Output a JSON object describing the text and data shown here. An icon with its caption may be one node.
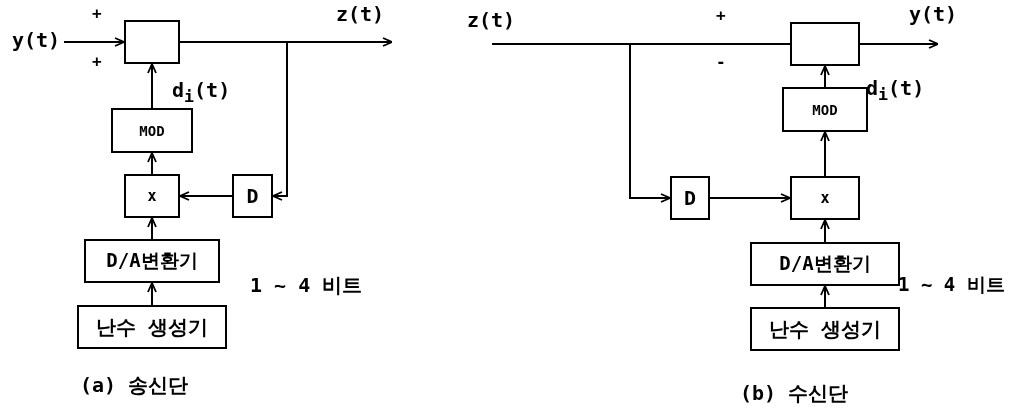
{
  "diagram": {
    "nodes": [
      {
        "text": [
          "y(t)"
        ]
      },
      {
        "text": [],
        "shape": "box"
      },
      {
        "text": [
          "MOD"
        ]
      },
      {
        "text": [
          "x"
        ]
      },
      {
        "text": [
          "D"
        ]
      },
      {
        "text": [
          "D/A변환기"
        ]
      },
      {
        "text": [
          "난수 생성기"
        ]
      },
      {
        "text": [
          "z(t)"
        ]
      },
      {
        "text": [],
        "shape": "box"
      },
      {
        "text": [
          "MOD"
        ]
      },
      {
        "text": [
          "D"
        ]
      },
      {
        "text": [
          "x"
        ]
      },
      {
        "text": [
          "D/A변환기"
        ]
      },
      {
        "text": [
          "난수 생성기"
        ]
      },
      {
        "text": [
          "z(t)"
        ]
      },
      {
        "text": [
          "y(t)"
        ]
      }
    ],
    "edges": [
      {
        "from": 0,
        "to": 1,
        "arrow": "to"
      },
      {
        "from": 1,
        "to": 14,
        "arrow": "to"
      },
      {
        "from": 1,
        "to": 4,
        "arrow": "to"
      },
      {
        "from": 4,
        "to": 3,
        "arrow": "to"
      },
      {
        "from": 3,
        "to": 2,
        "arrow": "to"
      },
      {
        "from": 2,
        "to": 1,
        "arrow": "to"
      },
      {
        "from": 5,
        "to": 3,
        "arrow": "to"
      },
      {
        "from": 6,
        "to": 5,
        "arrow": "to"
      },
      {
        "from": 7,
        "to": 8,
        "arrow": "none"
      },
      {
        "from": 7,
        "to": 10,
        "arrow": "to"
      },
      {
        "from": 8,
        "to": 15,
        "arrow": "to"
      },
      {
        "from": 9,
        "to": 8,
        "arrow": "to"
      },
      {
        "from": 10,
        "to": 11,
        "arrow": "to"
      },
      {
        "from": 11,
        "to": 9,
        "arrow": "to"
      },
      {
        "from": 12,
        "to": 11,
        "arrow": "to"
      },
      {
        "from": 13,
        "to": 12,
        "arrow": "to"
      }
    ],
    "labels": [
      "+",
      "+",
      "d$_{i}$(t)",
      "1 ~ 4 비트",
      "(a) 송신단",
      "+",
      "-",
      "d$_{i}$(t)",
      "1 ~ 4 비트",
      "(b) 수신단"
    ]
  }
}
